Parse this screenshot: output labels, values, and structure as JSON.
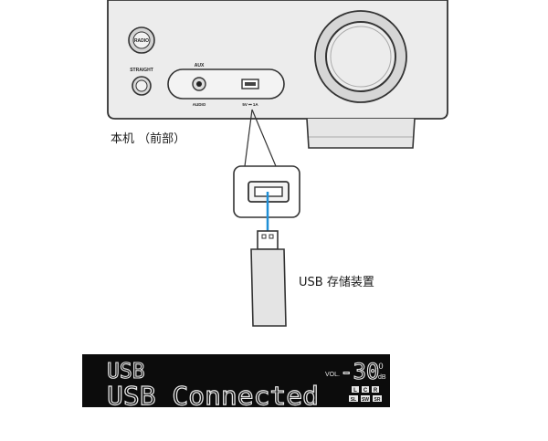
{
  "receiver": {
    "radio_button": "RADIO",
    "straight_button": "STRAIGHT",
    "aux_label": "AUX",
    "audio_label": "AUDIO",
    "usb_power_label": "5V ⎓ 1A",
    "caption": "本机 （前部）"
  },
  "usb_device": {
    "caption": "USB 存储装置"
  },
  "display": {
    "line1": "USB",
    "line2": "USB Connected",
    "vol_label": "VOL.",
    "vol_value": "-30",
    "vol_decimal": ".0",
    "vol_unit": "dB",
    "speaker_top": [
      "L",
      "C",
      "R"
    ],
    "speaker_bottom": [
      "SL",
      "SW",
      "SR"
    ]
  },
  "colors": {
    "cable": "#1f8fd6",
    "panel": "#ececec",
    "outline": "#333333",
    "display_bg": "#0c0c0c"
  }
}
